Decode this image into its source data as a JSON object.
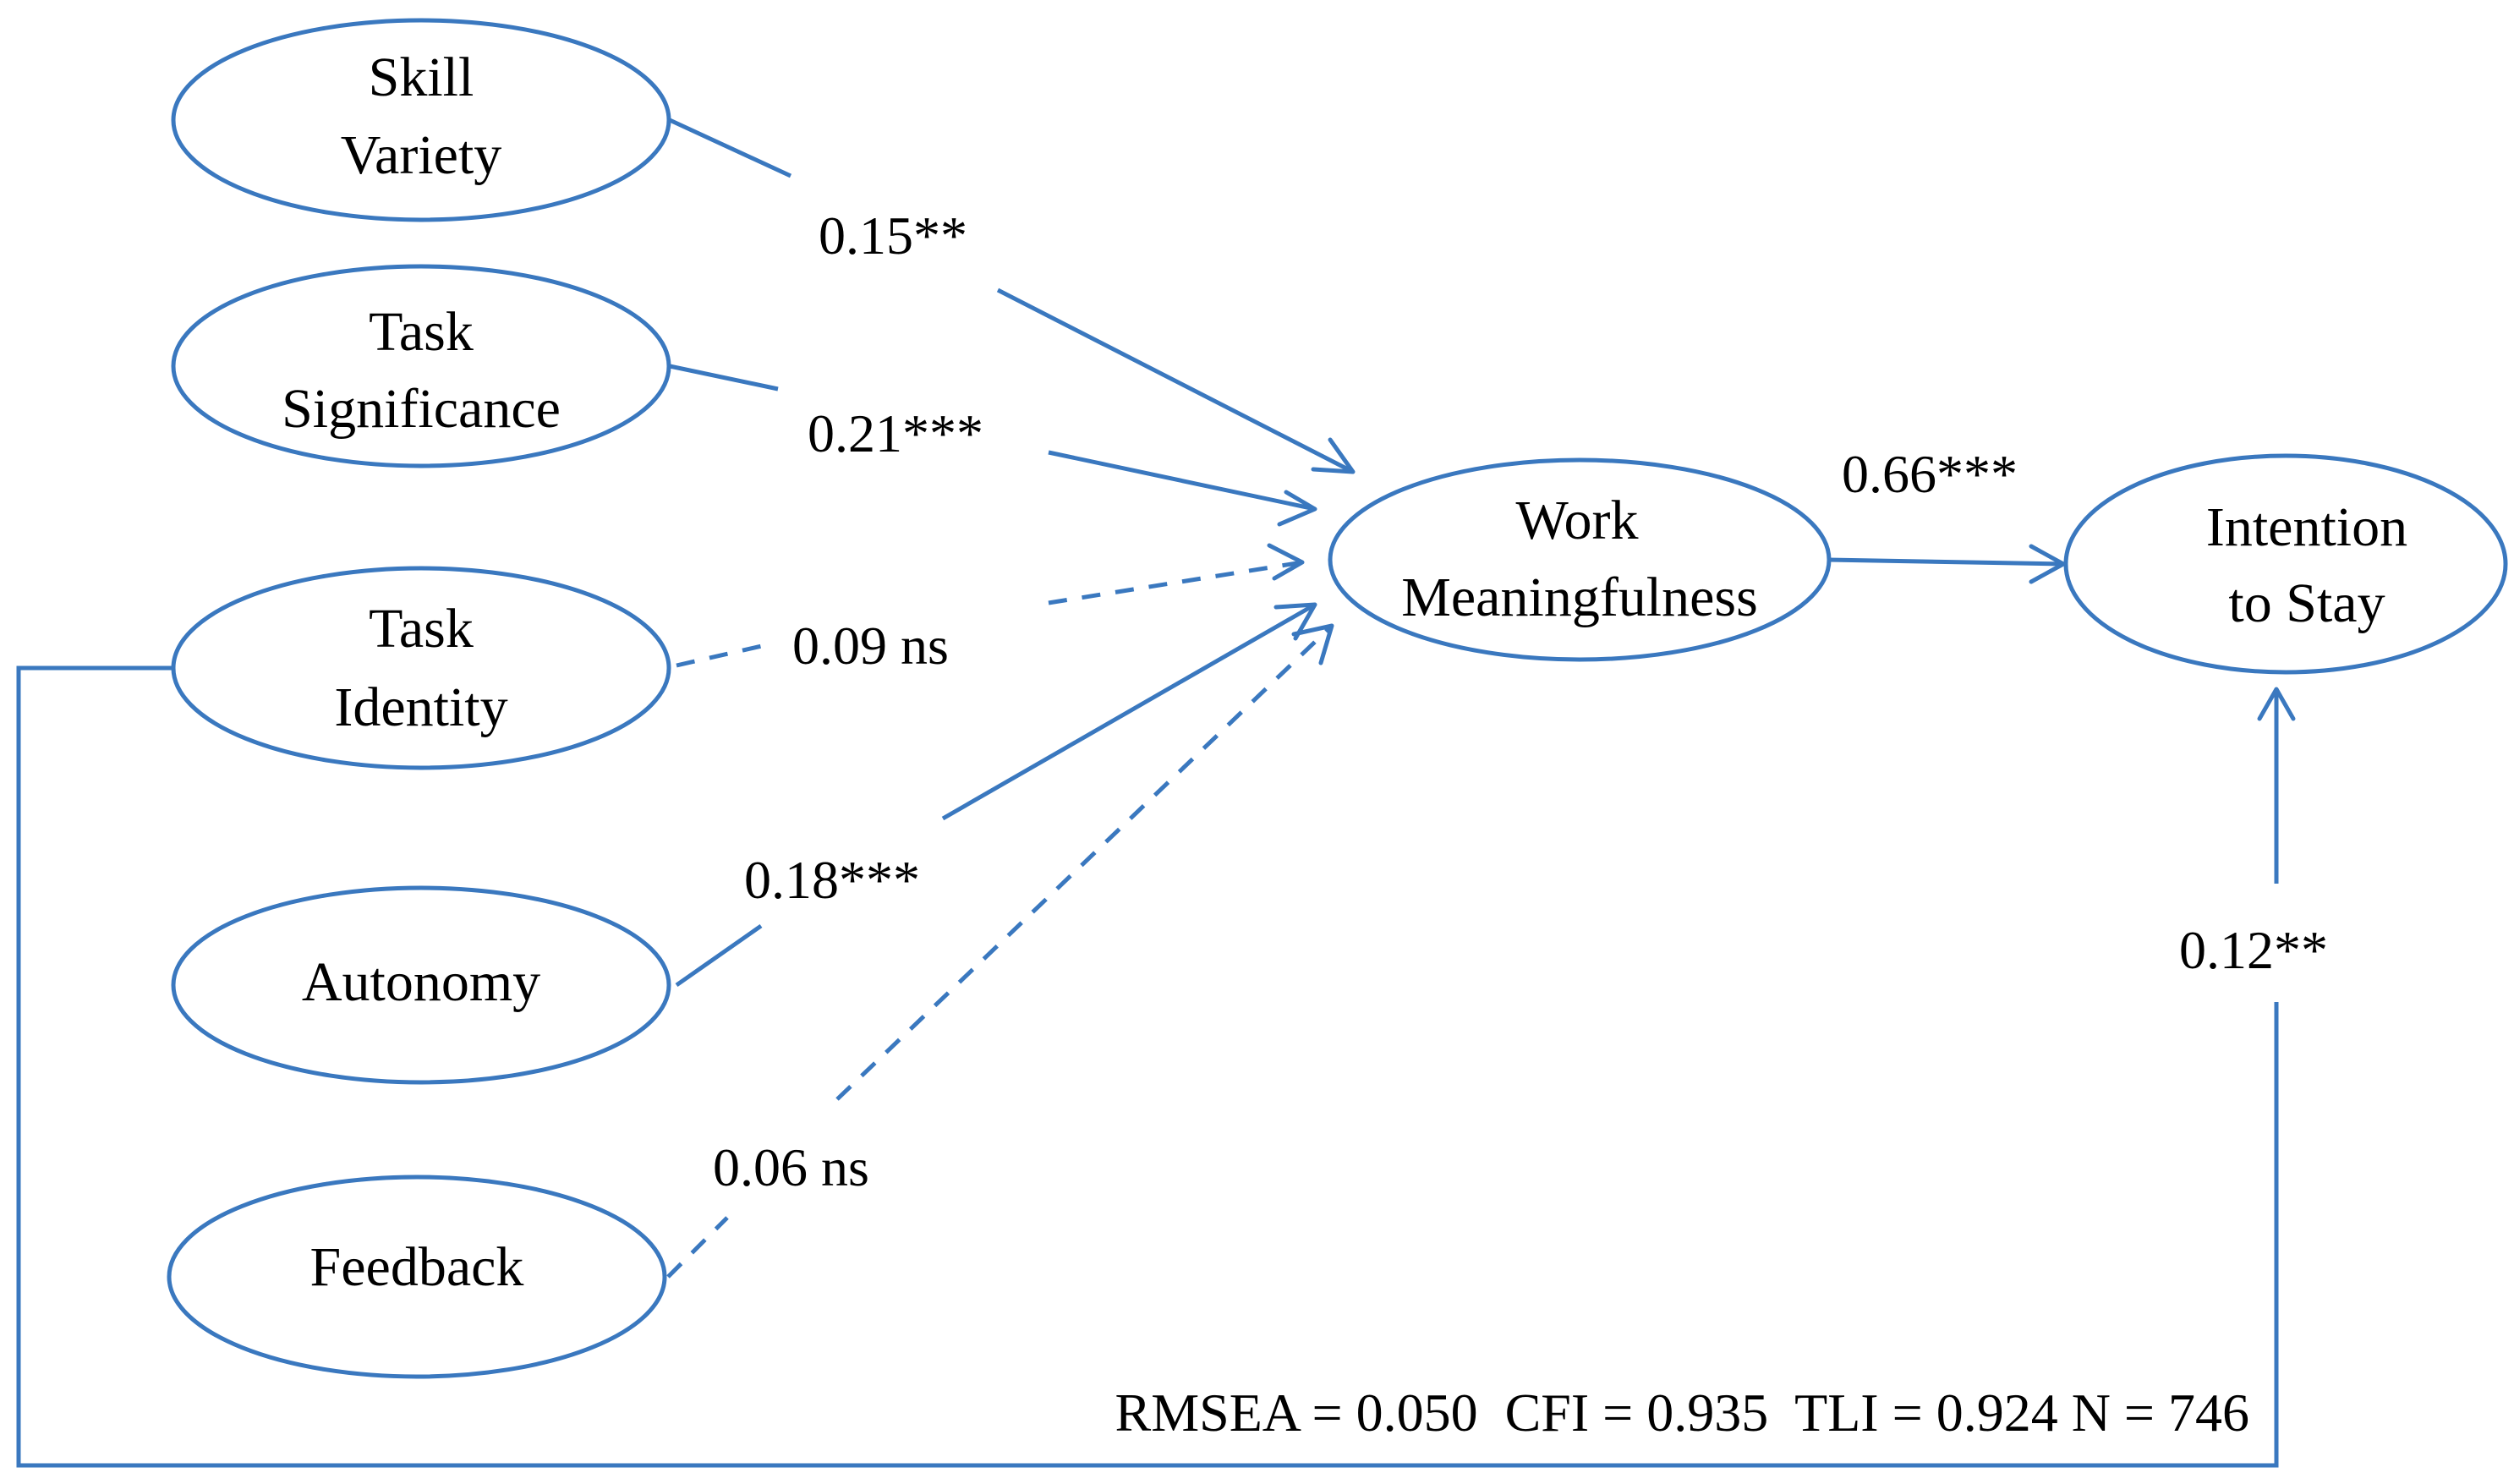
{
  "colors": {
    "stroke": "#3a78bf",
    "text": "#000000",
    "background": "#ffffff"
  },
  "nodes": {
    "skill_variety": {
      "line1": "Skill",
      "line2": "Variety"
    },
    "task_significance": {
      "line1": "Task",
      "line2": "Significance"
    },
    "task_identity": {
      "line1": "Task",
      "line2": "Identity"
    },
    "autonomy": {
      "line1": "Autonomy"
    },
    "feedback": {
      "line1": "Feedback"
    },
    "work_meaningfulness": {
      "line1": "Work",
      "line2": "Meaningfulness"
    },
    "intention_to_stay": {
      "line1": "Intention",
      "line2": "to Stay"
    }
  },
  "edges": {
    "skill_variety": {
      "label": "0.15**",
      "style": "solid"
    },
    "task_significance": {
      "label": "0.21***",
      "style": "solid"
    },
    "task_identity": {
      "label": "0.09 ns",
      "style": "dashed"
    },
    "autonomy": {
      "label": "0.18***",
      "style": "solid"
    },
    "feedback": {
      "label": "0.06 ns",
      "style": "dashed"
    },
    "work_meaningfulness_to_intention": {
      "label": "0.66***",
      "style": "solid"
    },
    "task_identity_to_intention": {
      "label": "0.12**",
      "style": "solid"
    }
  },
  "fit_indices": "RMSEA = 0.050  CFI = 0.935  TLI = 0.924 N = 746"
}
